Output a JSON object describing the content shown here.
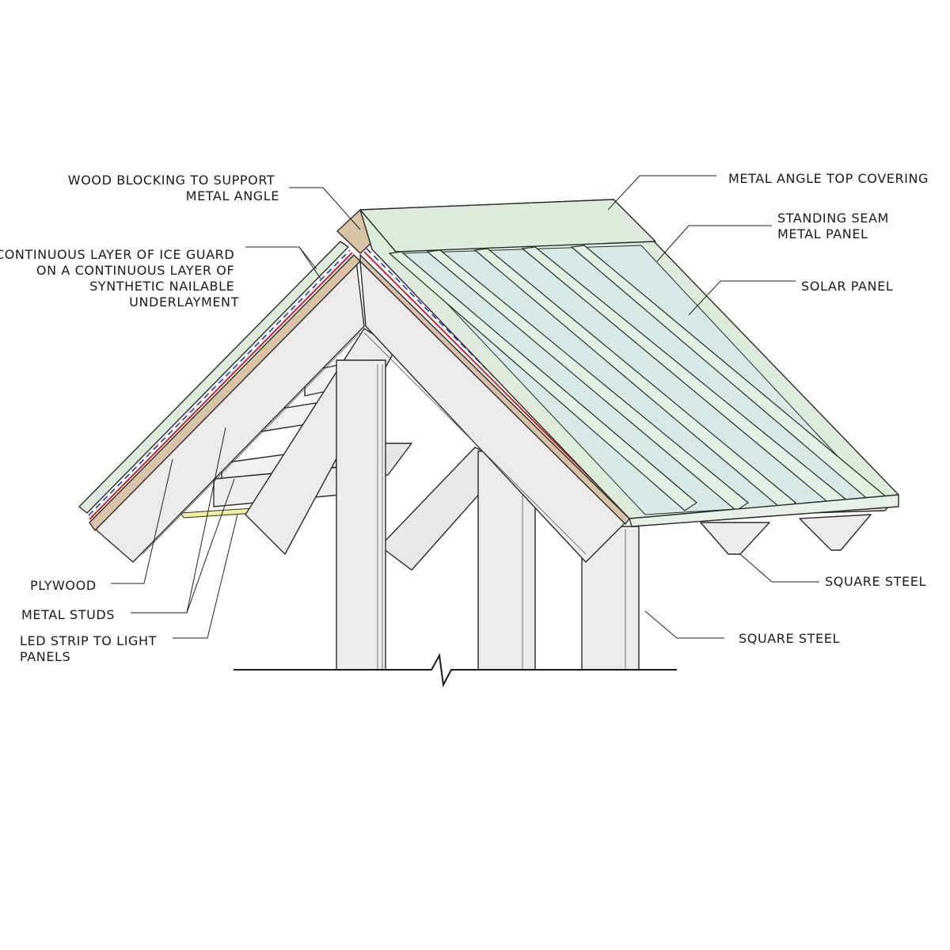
{
  "labels": {
    "wood_blocking": [
      "WOOD BLOCKING TO SUPPORT",
      "METAL ANGLE"
    ],
    "metal_angle_top": [
      "METAL ANGLE TOP COVERING"
    ],
    "ice_guard": [
      "CONTINUOUS LAYER OF ICE GUARD",
      "ON A CONTINUOUS LAYER OF",
      "SYNTHETIC NAILABLE",
      "UNDERLAYMENT"
    ],
    "standing_seam": [
      "STANDING SEAM",
      "METAL PANEL"
    ],
    "solar_panel": [
      "SOLAR PANEL"
    ],
    "square_steel_beam": [
      "SQUARE STEEL"
    ],
    "square_steel_post": [
      "SQUARE STEEL"
    ],
    "plywood": [
      "PLYWOOD"
    ],
    "metal_studs": [
      "METAL STUDS"
    ],
    "led_strip": [
      "LED STRIP TO LIGHT",
      "PANELS"
    ]
  },
  "colors": {
    "roof_metal": "#dcebdc",
    "solar_glass": "#d6e9e6",
    "plywood": "#d8c3a4",
    "stud_fill": "#ebebeb",
    "ice_guard_red": "#d42020",
    "underlayment_blue": "#2233cc",
    "led_yellow": "#f4ef9a",
    "line": "#2b2b2b"
  }
}
